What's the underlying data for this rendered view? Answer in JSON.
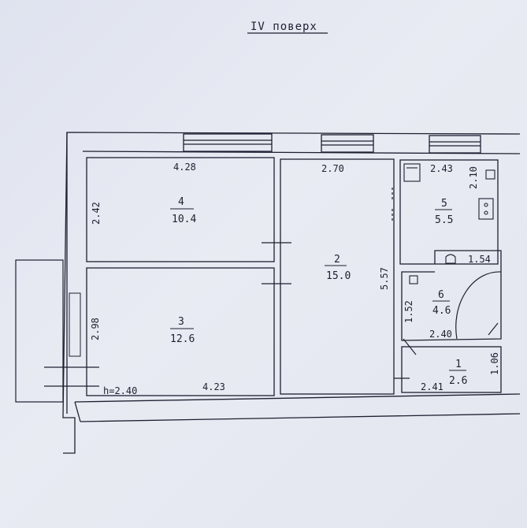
{
  "title": "IV  поверх",
  "height_note": "h=2.40",
  "rooms": [
    {
      "id": "4",
      "area": "10.4",
      "width": "4.28",
      "depth": "2.42"
    },
    {
      "id": "3",
      "area": "12.6",
      "width": "4.23",
      "depth": "2.98"
    },
    {
      "id": "2",
      "area": "15.0",
      "width": "2.70",
      "depth": "5.57"
    },
    {
      "id": "5",
      "area": "5.5",
      "width": "2.43",
      "depth": "2.10"
    },
    {
      "id": "6",
      "area": "4.6",
      "width": "1.54",
      "depth": "1.52",
      "extra": "2.40"
    },
    {
      "id": "1",
      "area": "2.6",
      "width": "2.41",
      "depth": "1.06"
    }
  ],
  "colors": {
    "ink": "#1d2030",
    "paper": "#e6e8f1"
  }
}
